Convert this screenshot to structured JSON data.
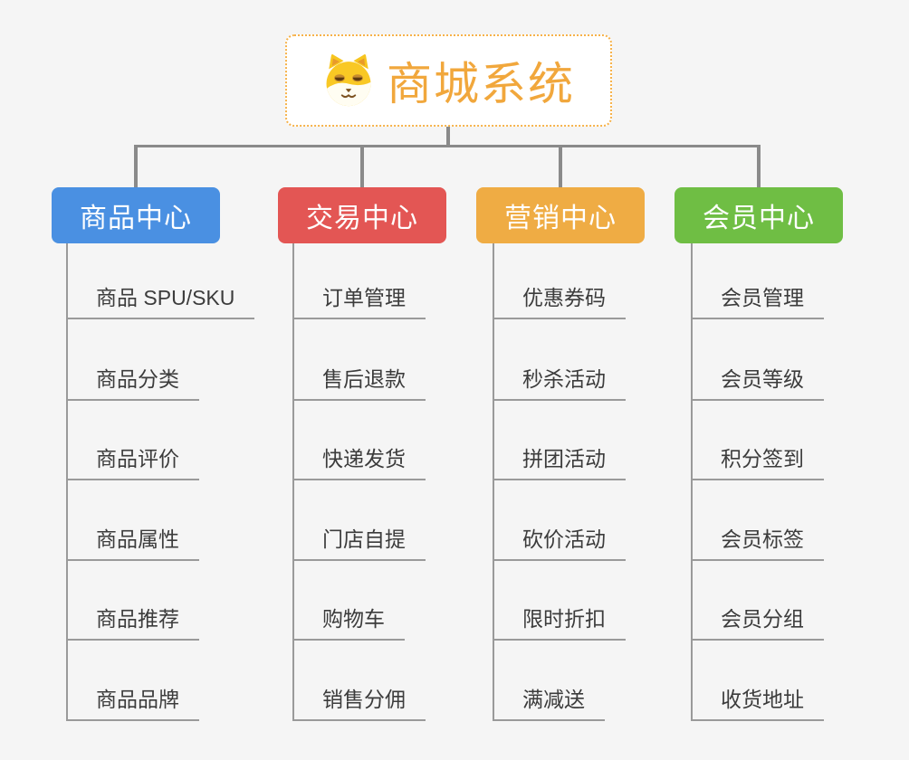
{
  "page": {
    "background_color": "#f5f5f5",
    "connector_color": "#8a8a8a",
    "leaf_line_color": "#9a9a9a",
    "leaf_text_color": "#3c3c3c"
  },
  "root": {
    "title": "商城系统",
    "icon": "shiba-dog-face-icon",
    "text_color": "#f1a73c",
    "border_color": "#f6b24a"
  },
  "branches": [
    {
      "label": "商品中心",
      "color": "#4a90e2",
      "children": [
        "商品 SPU/SKU",
        "商品分类",
        "商品评价",
        "商品属性",
        "商品推荐",
        "商品品牌"
      ]
    },
    {
      "label": "交易中心",
      "color": "#e35654",
      "children": [
        "订单管理",
        "售后退款",
        "快递发货",
        "门店自提",
        "购物车",
        "销售分佣"
      ]
    },
    {
      "label": "营销中心",
      "color": "#efac44",
      "children": [
        "优惠券码",
        "秒杀活动",
        "拼团活动",
        "砍价活动",
        "限时折扣",
        "满减送"
      ]
    },
    {
      "label": "会员中心",
      "color": "#6fbe44",
      "children": [
        "会员管理",
        "会员等级",
        "积分签到",
        "会员标签",
        "会员分组",
        "收货地址"
      ]
    }
  ]
}
